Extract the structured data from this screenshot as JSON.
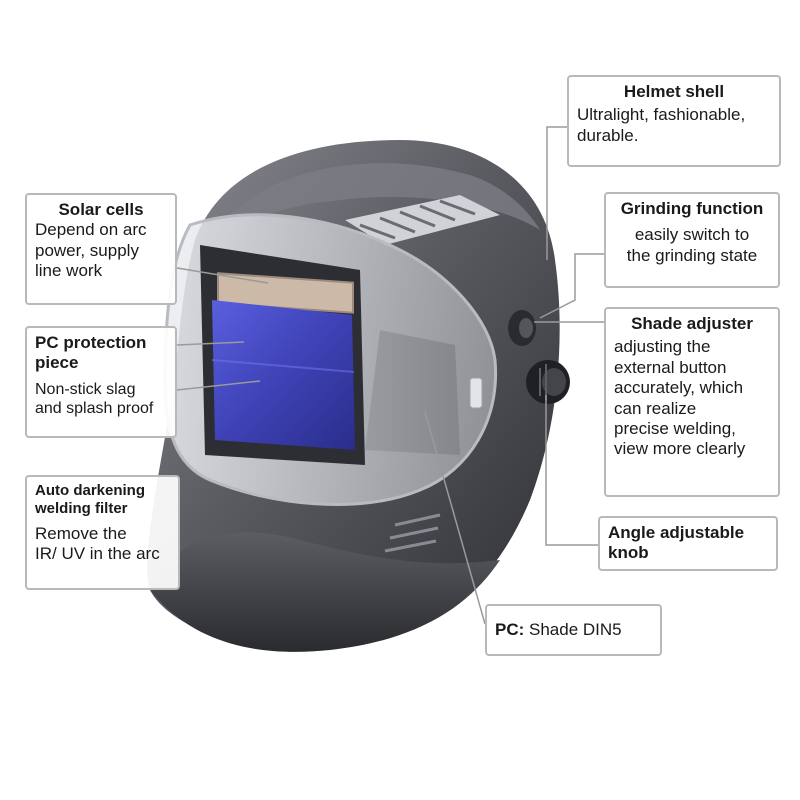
{
  "callouts": {
    "solar": {
      "title": "Solar cells",
      "body": "Depend on arc\npower, supply\nline work"
    },
    "pc_piece": {
      "title": "PC protection\npiece",
      "body": "Non-stick slag\nand splash proof"
    },
    "adf": {
      "title": "Auto darkening\nwelding filter",
      "body": "Remove the\nIR/ UV in the arc"
    },
    "shell": {
      "title": "Helmet shell",
      "body": "Ultralight, fashionable,\ndurable."
    },
    "grinding": {
      "title": "Grinding function",
      "body": "easily switch to\nthe grinding state"
    },
    "shade": {
      "title": "Shade adjuster",
      "body": "adjusting  the\nexternal  button\naccurately, which\ncan realize\nprecise welding,\nview more clearly"
    },
    "knob": {
      "title": "Angle adjustable\nknob"
    },
    "pc_shade": {
      "title": "PC:",
      "body": " Shade DIN5"
    }
  },
  "colors": {
    "shell_dark": "#3a3b40",
    "shell_mid": "#6b6c72",
    "lens_blue": "#4b4fc8",
    "solar_tan": "#cdb9a8",
    "callout_border": "#b9b9b9"
  }
}
